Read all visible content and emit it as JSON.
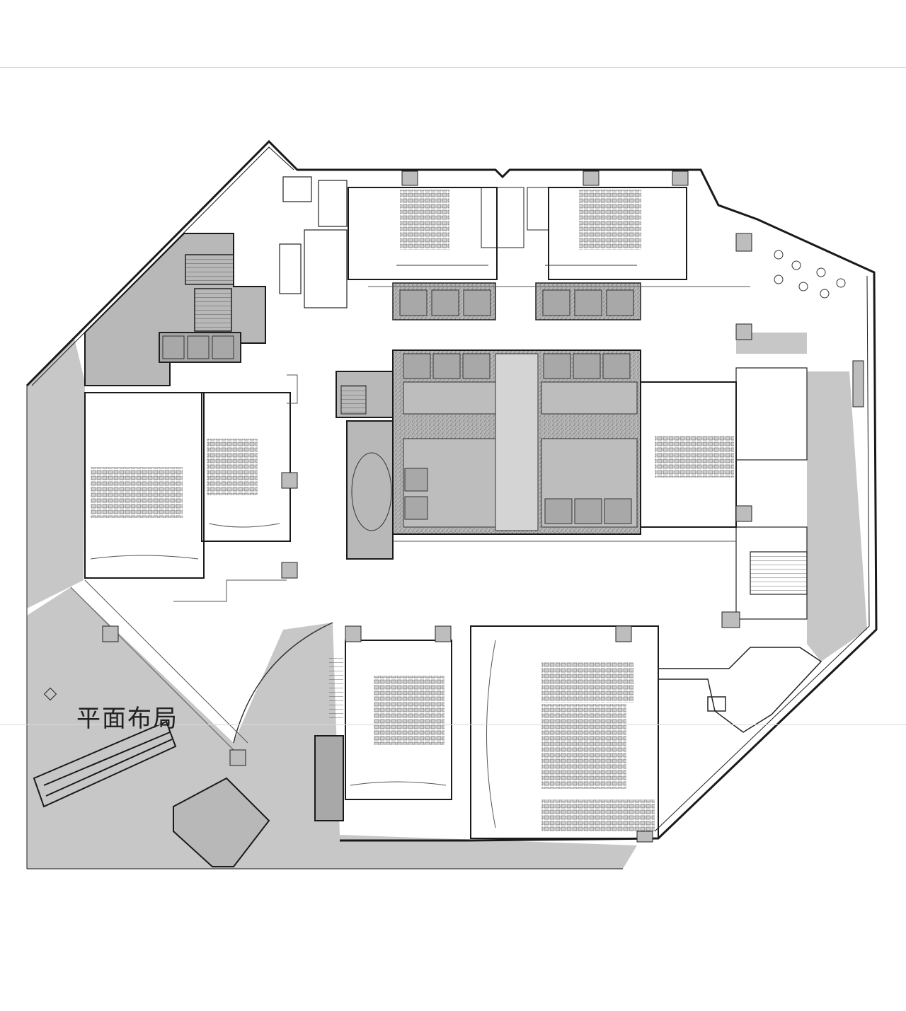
{
  "caption": "平面布局",
  "colors": {
    "background": "#ffffff",
    "grey_fill": "#c7c7c7",
    "dark_fill": "#a8a8a8",
    "wall": "#1a1a1a",
    "line": "#555555",
    "rule": "#d9d9d9"
  },
  "components": {
    "theaters": 6,
    "elevator_cores": 2,
    "stairwells": 4,
    "escalator_pair": 1,
    "restroom_blocks": 3
  }
}
